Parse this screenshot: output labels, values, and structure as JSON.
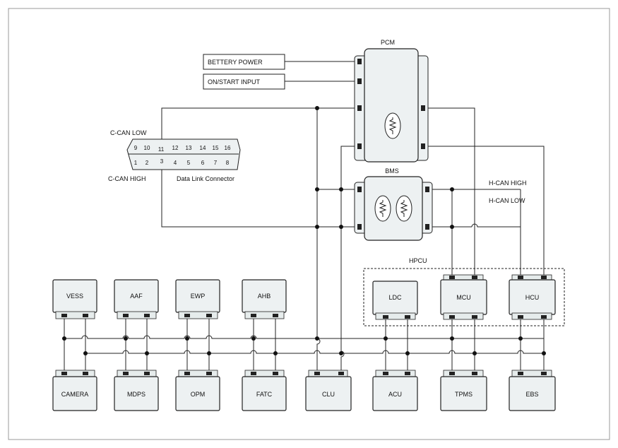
{
  "labels": {
    "battery_power": "BETTERY POWER",
    "on_start_input": "ON/START INPUT",
    "pcm": "PCM",
    "bms": "BMS",
    "hpcu": "HPCU",
    "h_can_high": "H-CAN HIGH",
    "h_can_low": "H-CAN LOW",
    "c_can_low": "C-CAN LOW",
    "c_can_high": "C-CAN HIGH",
    "data_link_connector": "Data Link Connector"
  },
  "dlc_pins_top": [
    "9",
    "10",
    "11",
    "12",
    "13",
    "14",
    "15",
    "16"
  ],
  "dlc_pins_bottom": [
    "1",
    "2",
    "3",
    "4",
    "5",
    "6",
    "7",
    "8"
  ],
  "hpcu_modules": [
    "LDC",
    "MCU",
    "HCU"
  ],
  "top_row_modules": [
    "VESS",
    "AAF",
    "EWP",
    "AHB"
  ],
  "bottom_row_modules": [
    "CAMERA",
    "MDPS",
    "OPM",
    "FATC",
    "CLU",
    "ACU",
    "TPMS",
    "EBS"
  ]
}
